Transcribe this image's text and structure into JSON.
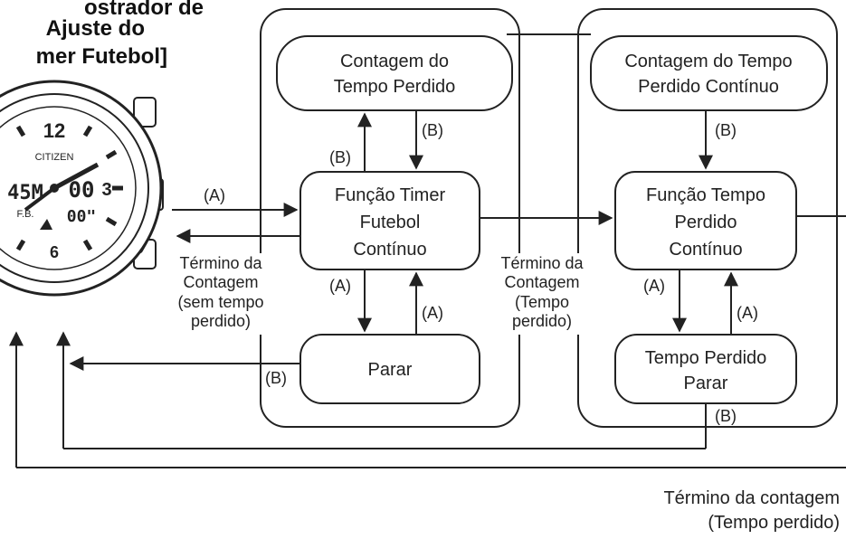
{
  "title": {
    "lines": [
      "ostrador de",
      "Ajuste do",
      "mer Futebol]"
    ]
  },
  "watch": {
    "brand": "CITIZEN",
    "digital_left": "45M",
    "digital_right_top": "00",
    "digital_right_bottom": "00\"",
    "sub_label": "F.B.",
    "bezel_digits": [
      "12",
      "3",
      "6"
    ]
  },
  "nodes": {
    "contagem_perdido": [
      "Contagem do",
      "Tempo Perdido"
    ],
    "contagem_continuo": [
      "Contagem do Tempo",
      "Perdido Contínuo"
    ],
    "funcao_timer": [
      "Função Timer",
      "Futebol",
      "Contínuo"
    ],
    "funcao_tempo": [
      "Função Tempo",
      "Perdido",
      "Contínuo"
    ],
    "parar": [
      "Parar"
    ],
    "tempo_parar": [
      "Tempo Perdido",
      "Parar"
    ]
  },
  "labels": {
    "a": "(A)",
    "b": "(B)",
    "termino_sem": [
      "Término da",
      "Contagem",
      "(sem tempo",
      "perdido)"
    ],
    "termino_tempo": [
      "Término da",
      "Contagem",
      "(Tempo",
      "perdido)"
    ],
    "termino_bottom": [
      "Término da contagem",
      "(Tempo perdido)"
    ]
  },
  "colors": {
    "line": "#222222",
    "background": "#ffffff"
  }
}
